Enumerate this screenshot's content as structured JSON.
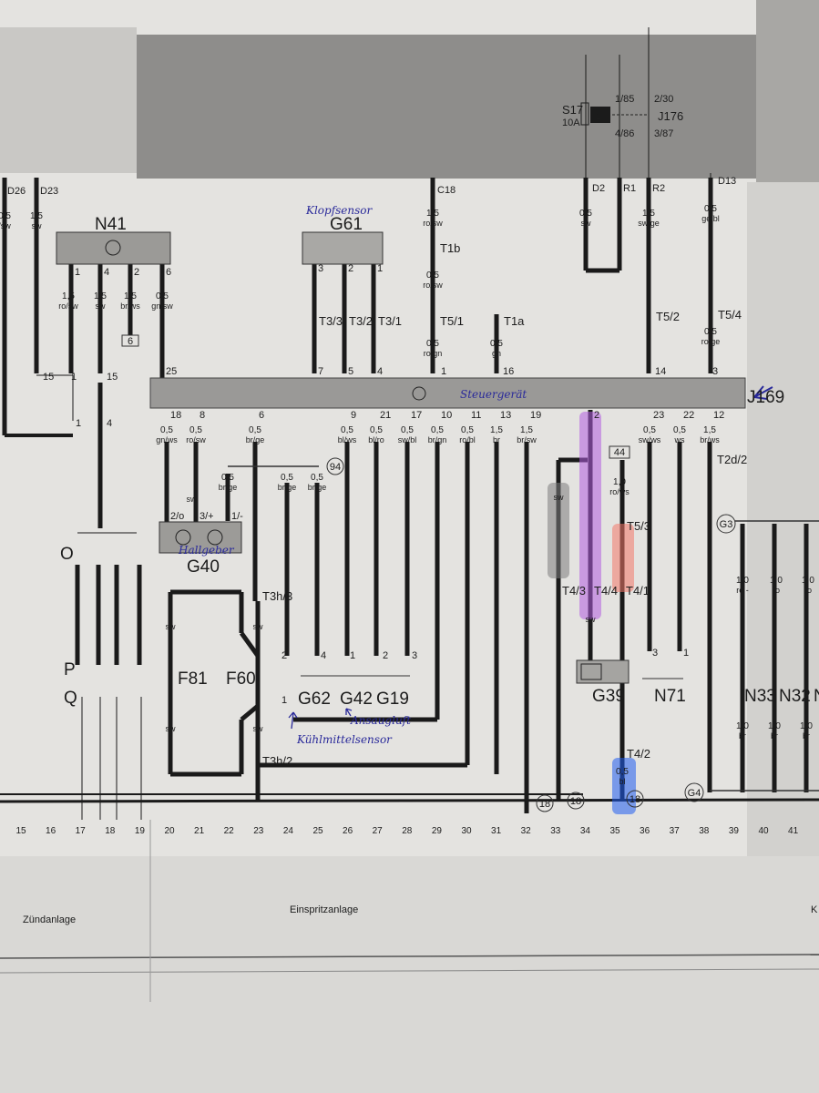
{
  "labels": {
    "D26": "D26",
    "D23": "D23",
    "C18": "C18",
    "D2": "D2",
    "R1": "R1",
    "R2": "R2",
    "D13": "D13",
    "S17": "S17",
    "S17_rating": "10A",
    "relay_185": "1/85",
    "relay_486": "4/86",
    "relay_230": "2/30",
    "relay_387": "3/87",
    "J176": "J176",
    "relay_no": "1",
    "N41": "N41",
    "G61": "G61",
    "J169": "J169",
    "G40": "G40",
    "G62": "G62",
    "G42": "G42",
    "G19": "G19",
    "G39": "G39",
    "N71": "N71",
    "N33": "N33",
    "N32": "N32",
    "N_partial": "N",
    "F81": "F81",
    "F60": "F60",
    "O": "O",
    "P": "P",
    "Q": "Q"
  },
  "handwritten": {
    "klopfsensor": "Klopfsensor",
    "steuergeraet": "Steuergerät",
    "hallgeber": "Hallgeber",
    "kuehlmittelsensor": "Kühlmittelsensor",
    "ansaugluft": "Ansaugluft"
  },
  "wires": [
    {
      "g": "0,5",
      "c": "/sw"
    },
    {
      "g": "1,5",
      "c": "sw"
    },
    {
      "g": "1,5",
      "c": "ro/sw"
    },
    {
      "g": "1,5",
      "c": "sw"
    },
    {
      "g": "1,5",
      "c": "br/ws"
    },
    {
      "g": "0,5",
      "c": "gn/sw"
    },
    {
      "g": "1,5",
      "c": "ro/sw"
    },
    {
      "g": "0,5",
      "c": "ro/sw"
    },
    {
      "g": "0,5",
      "c": "ro/gn"
    },
    {
      "g": "0,5",
      "c": "gn"
    },
    {
      "g": "0,5",
      "c": "sw"
    },
    {
      "g": "1,5",
      "c": "sw/ge"
    },
    {
      "g": "0,5",
      "c": "ge/bl"
    },
    {
      "g": "0,5",
      "c": "ro/ge"
    },
    {
      "g": "0,5",
      "c": "gn/ws"
    },
    {
      "g": "0,5",
      "c": "ro/sw"
    },
    {
      "g": "0,5",
      "c": "br/ge"
    },
    {
      "g": "0,5",
      "c": "bl/ws"
    },
    {
      "g": "0,5",
      "c": "bl/ro"
    },
    {
      "g": "0,5",
      "c": "sw/bl"
    },
    {
      "g": "0,5",
      "c": "br/gn"
    },
    {
      "g": "0,5",
      "c": "ro/bl"
    },
    {
      "g": "1,5",
      "c": "br"
    },
    {
      "g": "1,5",
      "c": "br/sw"
    },
    {
      "g": "0,5",
      "c": "sw/ws"
    },
    {
      "g": "0,5",
      "c": "ws"
    },
    {
      "g": "1,5",
      "c": "br/ws"
    },
    {
      "g": "0,5",
      "c": "br/ge"
    },
    {
      "g": "0,5",
      "c": "br/ge"
    },
    {
      "g": "0,5",
      "c": "br/ge"
    },
    {
      "g": "1,0",
      "c": "ro/ws"
    },
    {
      "g": "",
      "c": "sw"
    },
    {
      "g": "1,0",
      "c": "ro -"
    },
    {
      "g": "1,0",
      "c": "ro"
    },
    {
      "g": "1,0",
      "c": "ro"
    },
    {
      "g": "",
      "c": "sw"
    },
    {
      "g": "",
      "c": "sw"
    },
    {
      "g": "",
      "c": "sw"
    },
    {
      "g": "",
      "c": "sw"
    },
    {
      "g": "",
      "c": "sw"
    },
    {
      "g": "0,5",
      "c": "bl"
    },
    {
      "g": "1,0",
      "c": "br"
    },
    {
      "g": "1,0",
      "c": "br"
    },
    {
      "g": "1,0",
      "c": "br"
    },
    {
      "g": "",
      "c": "sw"
    }
  ],
  "connectors": {
    "T1b": "T1b",
    "T5_1": "T5/1",
    "T1a": "T1a",
    "T3_3": "T3/3",
    "T3_2": "T3/2",
    "T3_1": "T3/1",
    "T5_2": "T5/2",
    "T5_4": "T5/4",
    "T2d_2": "T2d/2",
    "T5_3": "T5/3",
    "T4_3": "T4/3",
    "T4_4": "T4/4",
    "T4_1": "T4/1",
    "T3h_3": "T3h/3",
    "T3h_2": "T3h/2",
    "T4_2": "T4/2"
  },
  "pins": {
    "j169_top": [
      "25",
      "7",
      "5",
      "4",
      "1",
      "16",
      "14",
      "3"
    ],
    "j169_bottom": [
      "18",
      "8",
      "6",
      "9",
      "21",
      "17",
      "10",
      "11",
      "13",
      "19",
      "2",
      "23",
      "22",
      "12"
    ],
    "n41": [
      "1",
      "4",
      "2",
      "6"
    ],
    "g61": [
      "3",
      "2",
      "1"
    ],
    "g40": [
      "2/o",
      "3/+",
      "1/-"
    ],
    "relay_left": [
      "15",
      "1",
      "15",
      "1",
      "4"
    ],
    "g62": [
      "2",
      "1"
    ],
    "g42_g19": [
      "4",
      "1",
      "2",
      "3"
    ],
    "n71": [
      "3",
      "1"
    ]
  },
  "circled": {
    "c94": "94",
    "G3": "G3",
    "G4": "G4",
    "c18a": "18",
    "c18b": "18",
    "c18c": "18",
    "box44": "44",
    "box6": "6"
  },
  "track_numbers": [
    "15",
    "16",
    "17",
    "18",
    "19",
    "20",
    "21",
    "22",
    "23",
    "24",
    "25",
    "26",
    "27",
    "28",
    "29",
    "30",
    "31",
    "32",
    "33",
    "34",
    "35",
    "36",
    "37",
    "38",
    "39",
    "40",
    "41"
  ],
  "sections": {
    "zuendanlage": "Zündanlage",
    "einspritzanlage": "Einspritzanlage",
    "next": "K"
  },
  "highlight_colors": {
    "purple": "#b35fe0",
    "red": "#f2786a",
    "gray": "#7d7d7d",
    "blue": "#1f5cf0"
  }
}
